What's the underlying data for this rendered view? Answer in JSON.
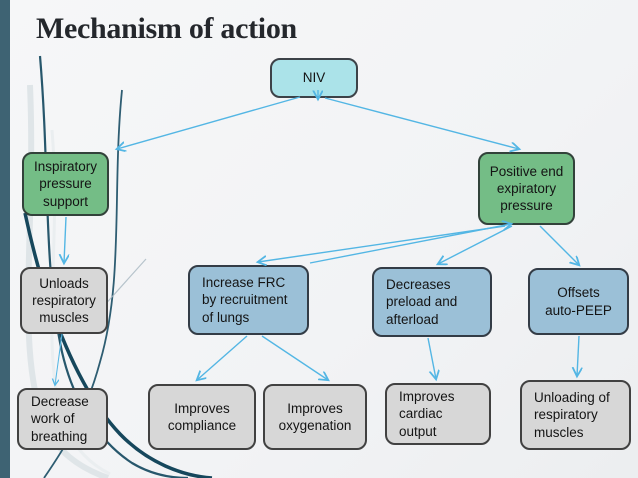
{
  "slide": {
    "title": "Mechanism of action"
  },
  "colors": {
    "background": "#f4f5f6",
    "sidebar_bar": "#3e6373",
    "arrow": "#53b6e4",
    "node_cyan": "#abe3e9",
    "node_green": "#74bd86",
    "node_blue": "#9bc0d7",
    "node_gray": "#d7d7d7",
    "title_text": "#24272c"
  },
  "diagram": {
    "nodes": [
      {
        "id": "niv",
        "label": "NIV",
        "color": "#abe3e9"
      },
      {
        "id": "inspiratory-pressure-support",
        "label": "Inspiratory\npressure\nsupport",
        "color": "#74bd86"
      },
      {
        "id": "positive-end-expiratory-pressure",
        "label": "Positive end\nexpiratory\npressure",
        "color": "#74bd86"
      },
      {
        "id": "unloads-respiratory-muscles",
        "label": "Unloads\nrespiratory\nmuscles",
        "color": "#d7d7d7"
      },
      {
        "id": "increase-frc",
        "label": "Increase FRC\nby recruitment\nof lungs",
        "color": "#9bc0d7"
      },
      {
        "id": "decreases-preload-afterload",
        "label": "Decreases\npreload and\nafterload",
        "color": "#9bc0d7"
      },
      {
        "id": "offsets-auto-peep",
        "label": "Offsets\nauto-PEEP",
        "color": "#9bc0d7"
      },
      {
        "id": "decrease-work-of-breathing",
        "label": "Decrease\nwork of\nbreathing",
        "color": "#d7d7d7"
      },
      {
        "id": "improves-compliance",
        "label": "Improves\ncompliance",
        "color": "#d7d7d7"
      },
      {
        "id": "improves-oxygenation",
        "label": "Improves\noxygenation",
        "color": "#d7d7d7"
      },
      {
        "id": "improves-cardiac-output",
        "label": "Improves\ncardiac\noutput",
        "color": "#d7d7d7"
      },
      {
        "id": "unloading-of-respiratory-muscles",
        "label": "Unloading of\nrespiratory\nmuscles",
        "color": "#d7d7d7"
      }
    ],
    "edges": [
      {
        "from": "niv",
        "to": "niv-down-stub"
      },
      {
        "from": "niv",
        "to": "inspiratory-pressure-support"
      },
      {
        "from": "niv",
        "to": "positive-end-expiratory-pressure"
      },
      {
        "from": "inspiratory-pressure-support",
        "to": "unloads-respiratory-muscles"
      },
      {
        "from": "unloads-respiratory-muscles",
        "to": "decrease-work-of-breathing"
      },
      {
        "from": "positive-end-expiratory-pressure",
        "to": "increase-frc"
      },
      {
        "from": "positive-end-expiratory-pressure",
        "to": "decreases-preload-afterload"
      },
      {
        "from": "positive-end-expiratory-pressure",
        "to": "offsets-auto-peep"
      },
      {
        "from": "increase-frc",
        "to": "positive-end-expiratory-pressure"
      },
      {
        "from": "increase-frc",
        "to": "improves-compliance"
      },
      {
        "from": "increase-frc",
        "to": "improves-oxygenation"
      },
      {
        "from": "decreases-preload-afterload",
        "to": "improves-cardiac-output"
      },
      {
        "from": "offsets-auto-peep",
        "to": "unloading-of-respiratory-muscles"
      }
    ]
  }
}
